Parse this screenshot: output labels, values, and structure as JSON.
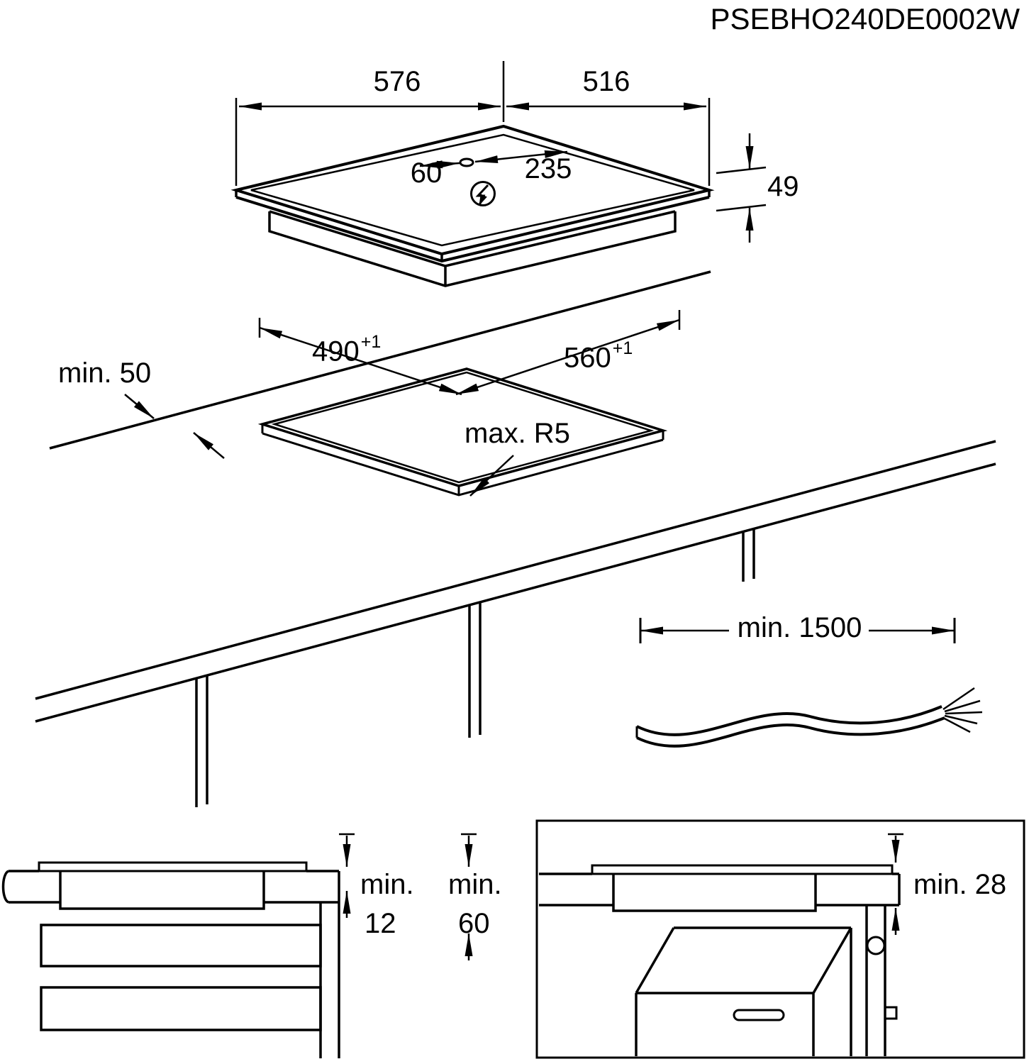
{
  "product_code": "PSEBHO240DE0002W",
  "hob": {
    "width": "576",
    "depth": "516",
    "cable_hole_left": "60",
    "cable_hole_right": "235",
    "height": "49"
  },
  "cutout": {
    "depth": "490",
    "depth_tolerance": "+1",
    "width": "560",
    "width_tolerance": "+1",
    "edge_clearance": "min. 50",
    "corner_radius": "max. R5"
  },
  "cable": {
    "length": "min. 1500"
  },
  "sections": {
    "left": {
      "min_label_a": "min.",
      "value_a": "12",
      "min_label_b": "min.",
      "value_b": "60"
    },
    "right": {
      "clearance": "min. 28"
    }
  },
  "icons": {
    "electrical_connection": "lightning-bolt-icon",
    "cable_hole": "cable-hole-ellipse"
  },
  "colors": {
    "line": "#000000",
    "background": "#ffffff"
  }
}
